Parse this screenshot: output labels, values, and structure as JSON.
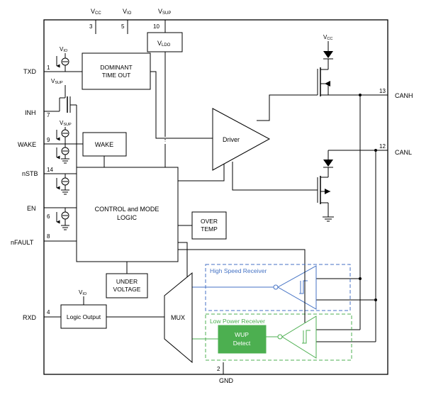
{
  "pins": {
    "vcc_top": {
      "main": "V",
      "sub": "CC",
      "number": "3"
    },
    "vio_top": {
      "main": "V",
      "sub": "IO",
      "number": "5"
    },
    "vsup_top": {
      "main": "V",
      "sub": "SUP",
      "number": "10"
    },
    "txd": {
      "label": "TXD",
      "number": "1"
    },
    "inh": {
      "label": "INH",
      "number": "7"
    },
    "wake": {
      "label": "WAKE",
      "number": "9"
    },
    "nstb": {
      "label": "nSTB",
      "number": "14"
    },
    "en": {
      "label": "EN",
      "number": "6"
    },
    "nfault": {
      "label": "nFAULT",
      "number": "8"
    },
    "rxd": {
      "label": "RXD",
      "number": "4"
    },
    "canh": {
      "label": "CANH",
      "number": "13"
    },
    "canl": {
      "label": "CANL",
      "number": "12"
    },
    "gnd": {
      "label": "GND",
      "number": "2"
    }
  },
  "supplies": {
    "vio": {
      "main": "V",
      "sub": "IO"
    },
    "vsup": {
      "main": "V",
      "sub": "SUP"
    },
    "vcc": {
      "main": "V",
      "sub": "CC"
    },
    "vldo": {
      "main": "V",
      "sub": "LDO"
    }
  },
  "blocks": {
    "dominant_timeout": [
      "DOMINANT",
      "TIME OUT"
    ],
    "wake": "WAKE",
    "control": [
      "CONTROL and MODE",
      "LOGIC"
    ],
    "over_temp": [
      "OVER",
      "TEMP"
    ],
    "under_voltage": [
      "UNDER",
      "VOLTAGE"
    ],
    "logic_output": "Logic Output",
    "mux": "MUX",
    "driver": "Driver",
    "wup": [
      "WUP",
      "Detect"
    ],
    "hs_receiver": "High Speed Receiver",
    "lp_receiver": "Low Power Receiver"
  },
  "colors": {
    "line": "#000000",
    "hs_receiver": "#4472c4",
    "lp_receiver": "#4caf50",
    "wup_fill": "#4caf50"
  }
}
